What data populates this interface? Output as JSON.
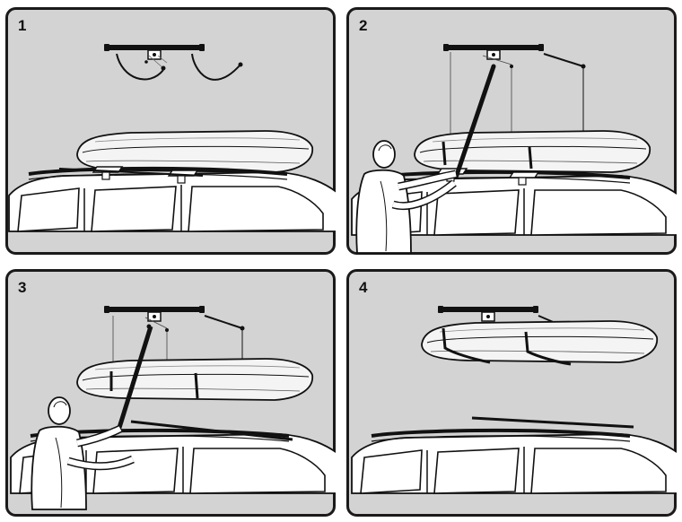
{
  "panels": [
    {
      "number": "1"
    },
    {
      "number": "2"
    },
    {
      "number": "3"
    },
    {
      "number": "4"
    }
  ],
  "colors": {
    "panel_bg": "#d3d3d3",
    "frame": "#1a1a1a",
    "box_fill": "#f2f2f2",
    "car_fill": "#ffffff",
    "person_fill": "#ffffff"
  }
}
